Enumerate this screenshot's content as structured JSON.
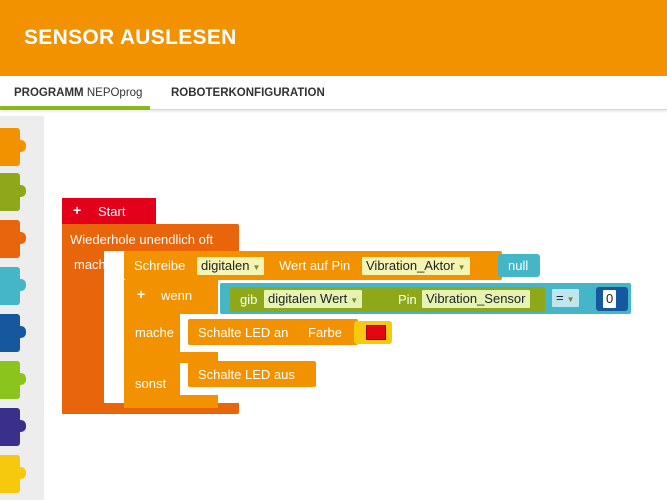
{
  "header": {
    "title": "SENSOR AUSLESEN"
  },
  "tabs": {
    "program_bold": "PROGRAMM",
    "program_name": "NEPOprog",
    "robot_config": "ROBOTERKONFIGURATION"
  },
  "toolbox": {
    "categories": [
      {
        "color": "#f39200"
      },
      {
        "color": "#8fa81a"
      },
      {
        "color": "#e9650c"
      },
      {
        "color": "#45b5c8"
      },
      {
        "color": "#16589e"
      },
      {
        "color": "#8cc41e"
      },
      {
        "color": "#3b2f8c"
      },
      {
        "color": "#f6c90e"
      }
    ]
  },
  "program": {
    "start": {
      "plus": "+",
      "label": "Start"
    },
    "loop": {
      "label": "Wiederhole unendlich oft",
      "do_label": "mache"
    },
    "write": {
      "label": "Schreibe",
      "mode": "digitalen",
      "mid_label": "Wert auf Pin",
      "pin": "Vibration_Aktor",
      "value": "null"
    },
    "if": {
      "plus": "+",
      "label": "wenn",
      "do_label": "mache",
      "else_label": "sonst"
    },
    "sensor": {
      "label": "gib",
      "mode": "digitalen Wert",
      "pin_label": "Pin",
      "pin": "Vibration_Sensor",
      "operator": "=",
      "compare_value": "0"
    },
    "led_on": {
      "label": "Schalte LED an",
      "color_label": "Farbe",
      "color": "#e30613"
    },
    "led_off": {
      "label": "Schalte LED aus"
    }
  }
}
